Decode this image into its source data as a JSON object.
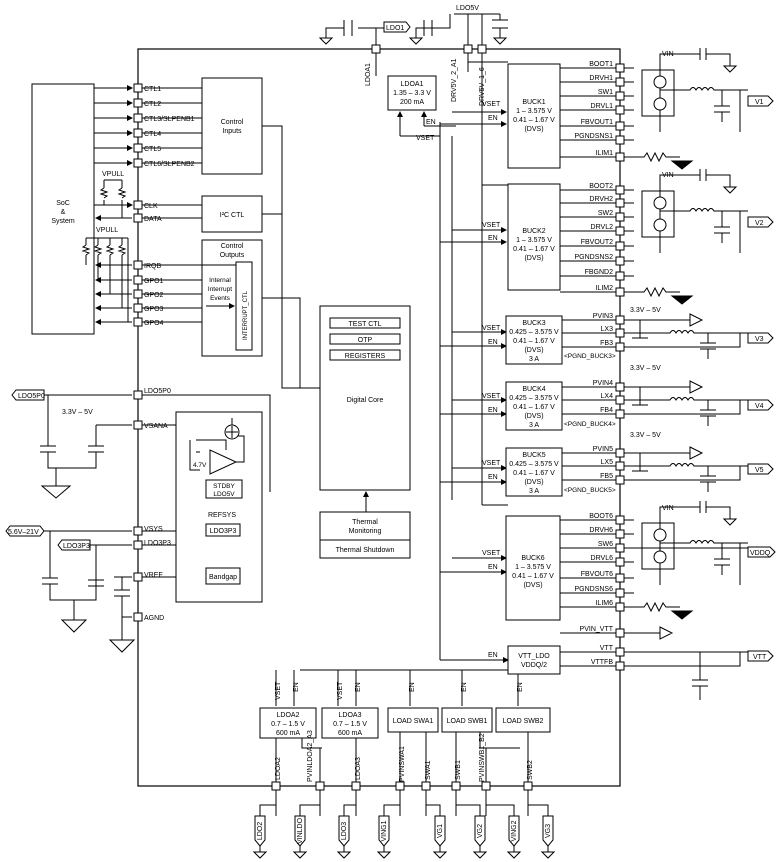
{
  "supply_top": {
    "ldo1": "LDO1",
    "ldo5v": "LDO5V"
  },
  "top_pins": {
    "ldoa1": "LDOA1",
    "drv5v_2_a1": "DRV5V_2_A1",
    "drv5v_1_6": "DRV5V_1_6"
  },
  "ldoa1": {
    "name": "LDOA1",
    "range": "1.35 – 3.3 V",
    "current": "200 mA"
  },
  "labels": {
    "en": "EN",
    "vset": "VSET"
  },
  "soc": {
    "line1": "SoC",
    "line2": "&",
    "line3": "System"
  },
  "vpull": "VPULL",
  "left_pins": {
    "ctl1": "CTL1",
    "ctl2": "CTL2",
    "ctl3": "CTL3/SLPENB1",
    "ctl4": "CTL4",
    "ctl5": "CTL5",
    "ctl6": "CTL6/SLPENB2",
    "clk": "CLK",
    "data": "DATA",
    "irqb": "IRQB",
    "gpo1": "GPO1",
    "gpo2": "GPO2",
    "gpo3": "GPO3",
    "gpo4": "GPO4",
    "ldo5p0": "LDO5P0",
    "vsana": "VSANA",
    "vsys": "VSYS",
    "ldo3p3": "LDO3P3",
    "vref": "VREF",
    "agnd": "AGND"
  },
  "blocks": {
    "control_inputs_1": "Control",
    "control_inputs_2": "Inputs",
    "i2c": "I²C CTL",
    "control_outputs_1": "Control",
    "control_outputs_2": "Outputs",
    "interrupt_1": "Internal",
    "interrupt_2": "Interrupt",
    "interrupt_3": "Events",
    "interrupt_ctl": "INTERRUPT_CTL",
    "test_ctl": "TEST CTL",
    "otp": "OTP",
    "registers": "REGISTERS",
    "digital_core": "Digital Core",
    "thermal_1": "Thermal",
    "thermal_2": "Monitoring",
    "thermal_shutdown": "Thermal Shutdown",
    "v47": "4.7V",
    "stdby_1": "STDBY",
    "stdby_2": "LDO5V",
    "refsys": "REFSYS",
    "ldo3p3": "LDO3P3",
    "bandgap": "Bandgap"
  },
  "external": {
    "ldo5p0_tag": "LDO5P0",
    "v33_5v": "3.3V – 5V",
    "vin_range": "5.6V–21V",
    "ldo3p3_tag": "LDO3P3",
    "vin": "VIN",
    "v1": "V1",
    "v2": "V2",
    "v3": "V3",
    "v4": "V4",
    "v5": "V5",
    "vddq": "VDDQ",
    "vtt": "VTT"
  },
  "buck1": {
    "name": "BUCK1",
    "range": "1 – 3.575 V",
    "range2": "0.41 – 1.67 V",
    "mode": "(DVS)",
    "pins": [
      "BOOT1",
      "DRVH1",
      "SW1",
      "DRVL1",
      "FBVOUT1",
      "PGNDSNS1",
      "ILIM1"
    ]
  },
  "buck2": {
    "name": "BUCK2",
    "range": "1 – 3.575 V",
    "range2": "0.41 – 1.67 V",
    "mode": "(DVS)",
    "pins": [
      "BOOT2",
      "DRVH2",
      "SW2",
      "DRVL2",
      "FBVOUT2",
      "PGNDSNS2",
      "FBGND2",
      "ILIM2"
    ]
  },
  "buck3": {
    "name": "BUCK3",
    "range": "0.425 – 3.575 V",
    "range2": "0.41 – 1.67 V",
    "mode": "(DVS)",
    "current": "3 A",
    "pins": [
      "PVIN3",
      "LX3",
      "FB3"
    ],
    "pgnd": "<PGND_BUCK3>"
  },
  "buck4": {
    "name": "BUCK4",
    "range": "0.425 – 3.575 V",
    "range2": "0.41 – 1.67 V",
    "mode": "(DVS)",
    "current": "3 A",
    "pins": [
      "PVIN4",
      "LX4",
      "FB4"
    ],
    "pgnd": "<PGND_BUCK4>"
  },
  "buck5": {
    "name": "BUCK5",
    "range": "0.425 – 3.575 V",
    "range2": "0.41 – 1.67 V",
    "mode": "(DVS)",
    "current": "3 A",
    "pins": [
      "PVIN5",
      "LX5",
      "FB5"
    ],
    "pgnd": "<PGND_BUCK5>"
  },
  "buck6": {
    "name": "BUCK6",
    "range": "1 – 3.575 V",
    "range2": "0.41 – 1.67 V",
    "mode": "(DVS)",
    "pins": [
      "BOOT6",
      "DRVH6",
      "SW6",
      "DRVL6",
      "FBVOUT6",
      "PGNDSNS6",
      "ILIM6"
    ]
  },
  "vtt_ldo": {
    "name": "VTT_LDO",
    "sub": "VDDQ/2",
    "pins": [
      "PVIN_VTT",
      "VTT",
      "VTTFB"
    ]
  },
  "ldoa2": {
    "name": "LDOA2",
    "range": "0.7 – 1.5 V",
    "current": "600 mA"
  },
  "ldoa3": {
    "name": "LDOA3",
    "range": "0.7 – 1.5 V",
    "current": "600 mA"
  },
  "swa1": "LOAD SWA1",
  "swb1": "LOAD SWB1",
  "swb2": "LOAD SWB2",
  "bottom_pins": {
    "ldoa2": "LDOA2",
    "pvinldoa2_a3": "PVINLDOA2_A3",
    "ldoa3": "LDOA3",
    "pvinswa1": "PVINSWA1",
    "swa1": "SWA1",
    "swb1": "SWB1",
    "pvinswb1_b2": "PVINSWB1_B2",
    "swb2": "SWB2"
  },
  "bottom_tags": [
    "LDO2",
    "VINLDO",
    "LDO3",
    "VING1",
    "VG1",
    "VG2",
    "VING2",
    "VG3"
  ]
}
